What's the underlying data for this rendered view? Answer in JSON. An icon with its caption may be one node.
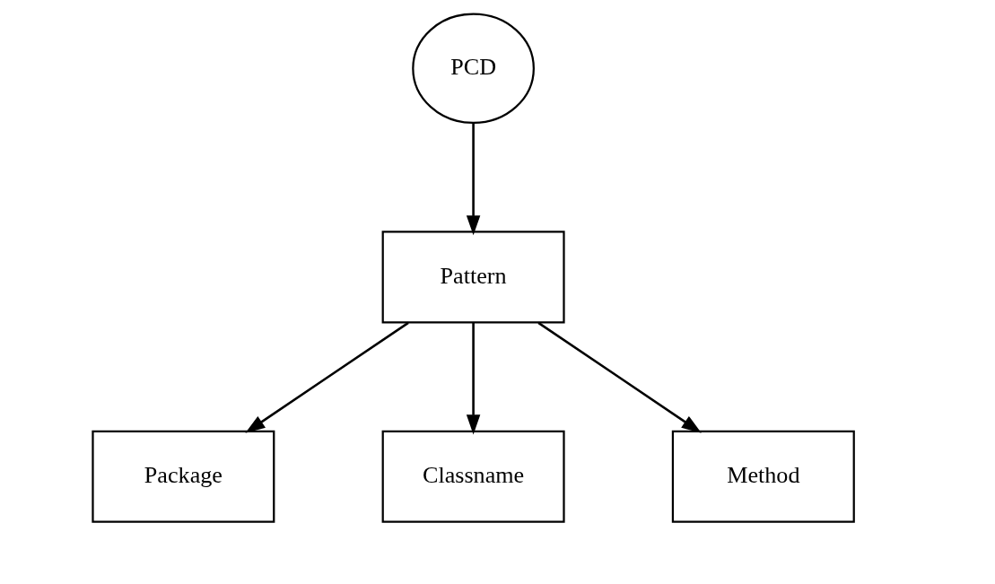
{
  "diagram": {
    "nodes": [
      {
        "text": [
          "PCD"
        ]
      },
      {
        "text": [
          "Pattern"
        ]
      },
      {
        "text": [
          "Package"
        ]
      },
      {
        "text": [
          "Classname"
        ]
      },
      {
        "text": [
          "Method"
        ]
      }
    ],
    "edges": [
      {
        "from": 0,
        "to": 1,
        "arrow": "to"
      },
      {
        "from": 1,
        "to": 2,
        "arrow": "to"
      },
      {
        "from": 1,
        "to": 3,
        "arrow": "to"
      },
      {
        "from": 1,
        "to": 4,
        "arrow": "to"
      }
    ]
  }
}
